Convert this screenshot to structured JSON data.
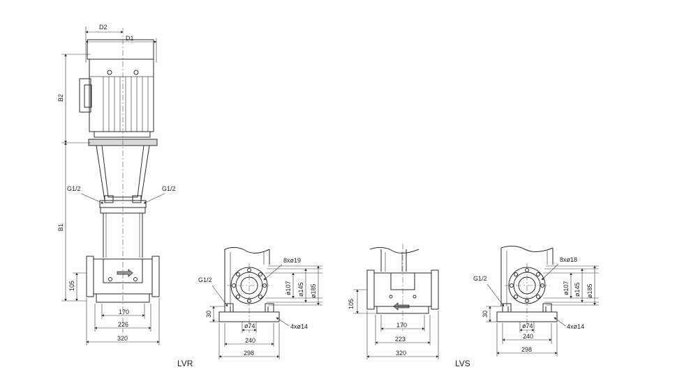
{
  "labels": {
    "d2": "D2",
    "d1": "D1",
    "b2": "B2",
    "b1": "B1",
    "g_left": "G1/2",
    "g_right": "G1/2",
    "main_105": "105",
    "main_170": "170",
    "main_226": "226",
    "main_320": "320"
  },
  "lvr": {
    "label": "LVR",
    "g": "G1/2",
    "bolts": "8xø19",
    "d107": "ø107",
    "d145": "ø145",
    "d185": "ø185",
    "h30": "30",
    "d74": "ø74",
    "holes": "4xø14",
    "w240": "240",
    "w298": "298"
  },
  "front": {
    "h105": "105",
    "w170": "170",
    "w223": "223",
    "w320": "320"
  },
  "lvs": {
    "label": "LVS",
    "g": "G1/2",
    "bolts": "8xø18",
    "d107": "ø107",
    "d145": "ø145",
    "d185": "ø185",
    "h30": "30",
    "d74": "ø74",
    "holes": "4xø14",
    "w240": "240",
    "w298": "298"
  }
}
